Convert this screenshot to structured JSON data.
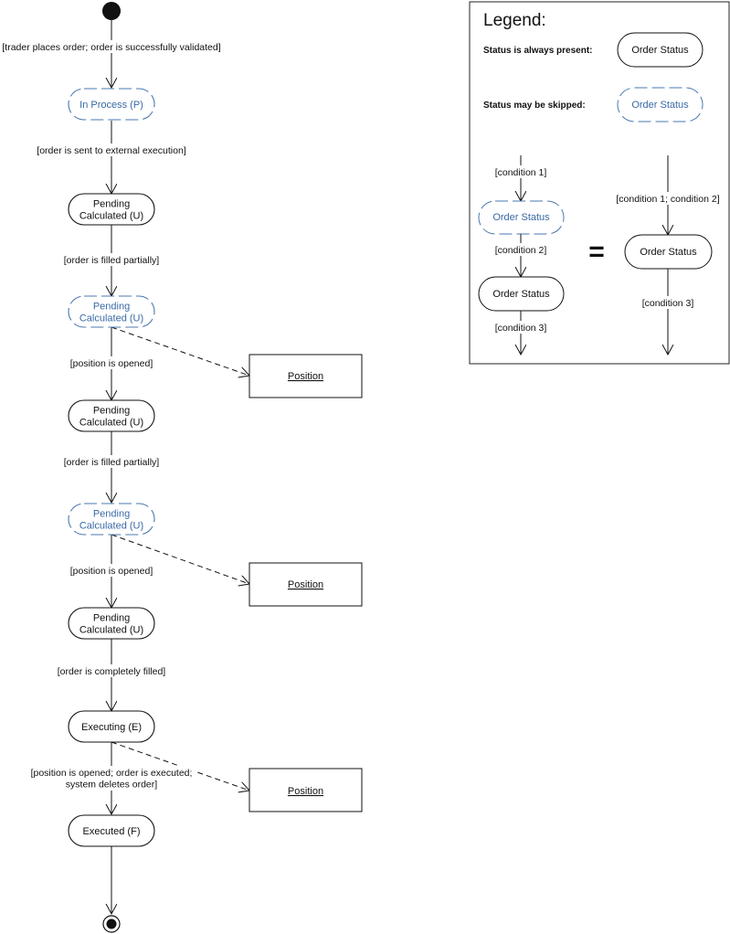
{
  "colors": {
    "line": "#111111",
    "skippable": "#4a78b0",
    "skippable_text": "#3a6aa6"
  },
  "flow": {
    "states": [
      {
        "label": "In Process (P)",
        "style": "skippable"
      },
      {
        "label": "Pending\nCalculated (U)",
        "style": "present"
      },
      {
        "label": "Pending\nCalculated (U)",
        "style": "skippable"
      },
      {
        "label": "Pending\nCalculated (U)",
        "style": "present"
      },
      {
        "label": "Pending\nCalculated (U)",
        "style": "skippable"
      },
      {
        "label": "Pending\nCalculated (U)",
        "style": "present"
      },
      {
        "label": "Executing (E)",
        "style": "present"
      },
      {
        "label": "Executed (F)",
        "style": "present"
      }
    ],
    "transitions": [
      "[trader places order; order is successfully validated]",
      "[order is sent to external execution]",
      "[order is filled partially]",
      "[position is opened]",
      "[order is filled partially]",
      "[position is opened]",
      "[order is completely filled]",
      "[position is opened; order is executed;\nsystem deletes order]"
    ],
    "positions": [
      "Position",
      "Position",
      "Position"
    ]
  },
  "legend": {
    "title": "Legend:",
    "present_label": "Status is always present:",
    "skipped_label": "Status may be skipped:",
    "status_name": "Order Status",
    "conditions": [
      "[condition 1]",
      "[condition 2]",
      "[condition 3]",
      "[condition 1; condition 2]",
      "[condition 3]"
    ],
    "equals": "="
  }
}
